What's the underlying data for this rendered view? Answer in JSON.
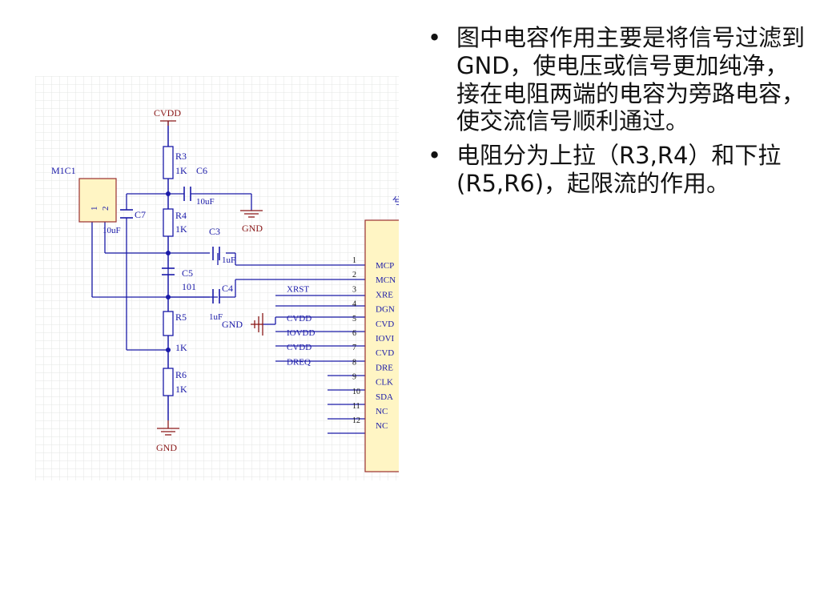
{
  "colors": {
    "grid": "#e3e6e3",
    "wire": "#1a1aa8",
    "power": "#8a1818",
    "part_fill": "#fff5c4",
    "part_stroke": "#9a3030",
    "text": "#111111"
  },
  "schematic": {
    "labels": {
      "cvdd_top": "CVDD",
      "m1c1": "M1C1",
      "m1c1_pin1": "1",
      "m1c1_pin2": "2",
      "r3": "R3",
      "r3_val": "1K",
      "c6": "C6",
      "c6_val": "10uF",
      "r4": "R4",
      "r4_val": "1K",
      "c7": "C7",
      "c7_val": "10uF",
      "gnd_right": "GND",
      "c3": "C3",
      "c3_val": "1uF",
      "c5": "C5",
      "c5_val": "101",
      "c4": "C4",
      "c4_val": "1uF",
      "r5": "R5",
      "r5_val": "1K",
      "gnd_mid": "GND",
      "r6": "R6",
      "r6_val": "1K",
      "gnd_bottom": "GND",
      "top_right_char": "兮"
    },
    "nets": [
      {
        "pin": "1",
        "net": "",
        "pin_name": "MCP"
      },
      {
        "pin": "2",
        "net": "",
        "pin_name": "MCN"
      },
      {
        "pin": "3",
        "net": "XRST",
        "pin_name": "XRE"
      },
      {
        "pin": "4",
        "net": "",
        "pin_name": "DGN"
      },
      {
        "pin": "5",
        "net": "CVDD",
        "pin_name": "CVD"
      },
      {
        "pin": "6",
        "net": "IOVDD",
        "pin_name": "IOVI"
      },
      {
        "pin": "7",
        "net": "CVDD",
        "pin_name": "CVD"
      },
      {
        "pin": "8",
        "net": "DREQ",
        "pin_name": "DRE"
      },
      {
        "pin": "9",
        "net": "",
        "pin_name": "CLK"
      },
      {
        "pin": "10",
        "net": "",
        "pin_name": "SDA"
      },
      {
        "pin": "11",
        "net": "",
        "pin_name": "NC"
      },
      {
        "pin": "12",
        "net": "",
        "pin_name": "NC"
      }
    ]
  },
  "bullets": [
    {
      "marker": "•",
      "text": "图中电容作用主要是将信号过滤到GND，使电压或信号更加纯净，接在电阻两端的电容为旁路电容，使交流信号顺利通过。"
    },
    {
      "marker": "•",
      "text": "电阻分为上拉（R3,R4）和下拉(R5,R6)，起限流的作用。"
    }
  ]
}
